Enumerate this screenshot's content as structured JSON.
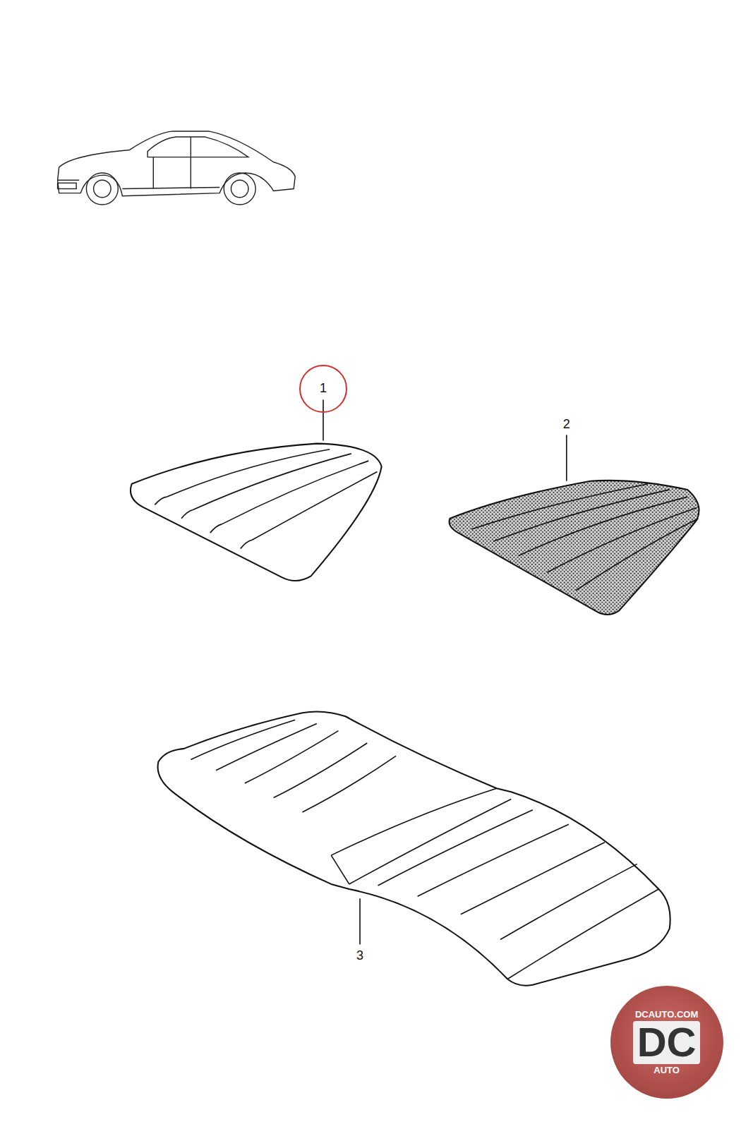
{
  "diagram": {
    "nodes": [
      {
        "text": [
          "1"
        ]
      },
      {
        "text": [
          "DCAUTO.COM",
          "DC",
          "AUTO"
        ]
      }
    ],
    "labels": [
      "2",
      "3"
    ]
  }
}
